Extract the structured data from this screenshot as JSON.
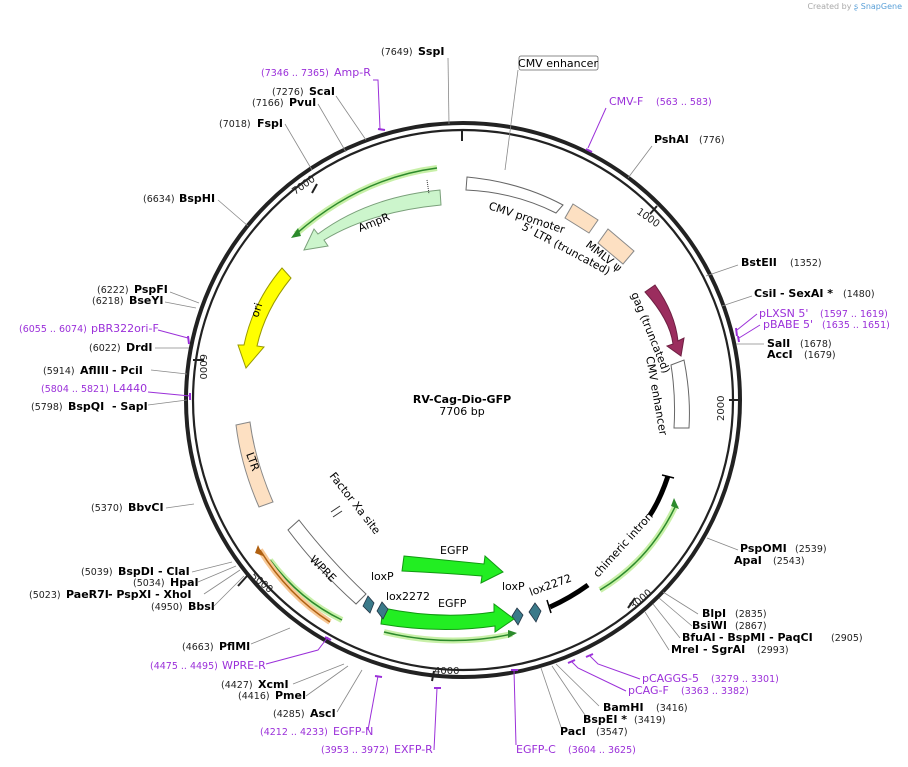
{
  "credit": {
    "prefix": "Created by",
    "brand": "SnapGene"
  },
  "plasmid": {
    "name": "RV-Cag-Dio-GFP",
    "size": "7706 bp"
  },
  "features": [
    {
      "name": "CMV enhancer",
      "boxed": true,
      "id": "cmv-enhancer-top"
    },
    {
      "name": "CMV promoter",
      "id": "cmv-promoter"
    },
    {
      "name": "5' LTR (truncated)",
      "id": "ltr-5"
    },
    {
      "name": "MMLV ψ",
      "id": "mmlv-psi"
    },
    {
      "name": "gag (truncated)",
      "id": "gag"
    },
    {
      "name": "CMV enhancer",
      "id": "cmv-enhancer"
    },
    {
      "name": "chimeric intron",
      "id": "chimeric-intron"
    },
    {
      "name": "lox2272",
      "id": "lox2272-right"
    },
    {
      "name": "loxP",
      "id": "loxp-right"
    },
    {
      "name": "EGFP",
      "id": "egfp-upper"
    },
    {
      "name": "EGFP",
      "id": "egfp-lower"
    },
    {
      "name": "lox2272",
      "id": "lox2272-left"
    },
    {
      "name": "loxP",
      "id": "loxp-left"
    },
    {
      "name": "WPRE",
      "id": "wpre"
    },
    {
      "name": "Factor Xa site",
      "id": "factor-xa"
    },
    {
      "name": "LTR",
      "id": "ltr"
    },
    {
      "name": "ori",
      "id": "ori"
    },
    {
      "name": "AmpR",
      "id": "ampr"
    }
  ],
  "ticks": [
    "1000",
    "2000",
    "3000",
    "4000",
    "5000",
    "6000",
    "7000"
  ],
  "sites_right": [
    {
      "name": "PshAI",
      "coord": "(776)"
    },
    {
      "name": "BstEII",
      "coord": "(1352)"
    },
    {
      "name": "CsiI",
      "extra": "- SexAI *",
      "coord": "(1480)"
    },
    {
      "name": "SalI",
      "coord": "(1678)"
    },
    {
      "name": "AccI",
      "coord": "(1679)"
    },
    {
      "name": "PspOMI",
      "coord": "(2539)"
    },
    {
      "name": "ApaI",
      "coord": "(2543)"
    },
    {
      "name": "BlpI",
      "coord": "(2835)"
    },
    {
      "name": "BsiWI",
      "coord": "(2867)"
    },
    {
      "name": "BfuAI",
      "extra": "- BspMI - PaqCI",
      "coord": "(2905)"
    },
    {
      "name": "MreI",
      "extra": "- SgrAI",
      "coord": "(2993)"
    },
    {
      "name": "BamHI",
      "coord": "(3416)"
    },
    {
      "name": "BspEI *",
      "coord": "(3419)"
    },
    {
      "name": "PacI",
      "coord": "(3547)"
    }
  ],
  "sites_left": [
    {
      "name": "SspI",
      "coord": "(7649)"
    },
    {
      "name": "ScaI",
      "coord": "(7276)"
    },
    {
      "name": "PvuI",
      "coord": "(7166)"
    },
    {
      "name": "FspI",
      "coord": "(7018)"
    },
    {
      "name": "BspHI",
      "coord": "(6634)"
    },
    {
      "name": "PspFI",
      "coord": "(6222)"
    },
    {
      "name": "BseYI",
      "coord": "(6218)"
    },
    {
      "name": "DrdI",
      "coord": "(6022)"
    },
    {
      "name": "AflIII",
      "extra": "- PciI",
      "coord": "(5914)"
    },
    {
      "name": "BspQI",
      "extra": "- SapI",
      "coord": "(5798)"
    },
    {
      "name": "BbvCI",
      "coord": "(5370)"
    },
    {
      "name": "BspDI",
      "extra": "- ClaI",
      "coord": "(5039)"
    },
    {
      "name": "HpaI",
      "coord": "(5034)"
    },
    {
      "name": "PaeR7I",
      "extra": "- PspXI - XhoI",
      "coord": "(5023)"
    },
    {
      "name": "BbsI",
      "coord": "(4950)"
    },
    {
      "name": "PflMI",
      "coord": "(4663)"
    },
    {
      "name": "XcmI",
      "coord": "(4427)"
    },
    {
      "name": "PmeI",
      "coord": "(4416)"
    },
    {
      "name": "AscI",
      "coord": "(4285)"
    }
  ],
  "primers": [
    {
      "name": "Amp-R",
      "coord": "(7346 .. 7365)"
    },
    {
      "name": "CMV-F",
      "coord": "(563 .. 583)"
    },
    {
      "name": "pLXSN 5'",
      "coord": "(1597 .. 1619)"
    },
    {
      "name": "pBABE 5'",
      "coord": "(1635 .. 1651)"
    },
    {
      "name": "pBR322ori-F",
      "coord": "(6055 .. 6074)"
    },
    {
      "name": "L4440",
      "coord": "(5804 .. 5821)"
    },
    {
      "name": "WPRE-R",
      "coord": "(4475 .. 4495)"
    },
    {
      "name": "EGFP-N",
      "coord": "(4212 .. 4233)"
    },
    {
      "name": "EXFP-R",
      "coord": "(3953 .. 3972)"
    },
    {
      "name": "EGFP-C",
      "coord": "(3604 .. 3625)"
    },
    {
      "name": "pCAGGS-5",
      "coord": "(3279 .. 3301)"
    },
    {
      "name": "pCAG-F",
      "coord": "(3363 .. 3382)"
    }
  ],
  "colors": {
    "ring": "#222222",
    "primer": "#9b30d9",
    "cmv": "#ffffff",
    "ltr": "#fde0c2",
    "gag": "#9b2d5e",
    "egfp": "#22ee22",
    "ampr": "#ccf5cc",
    "ori": "#ffff00",
    "lox": "#3b7a8a"
  }
}
